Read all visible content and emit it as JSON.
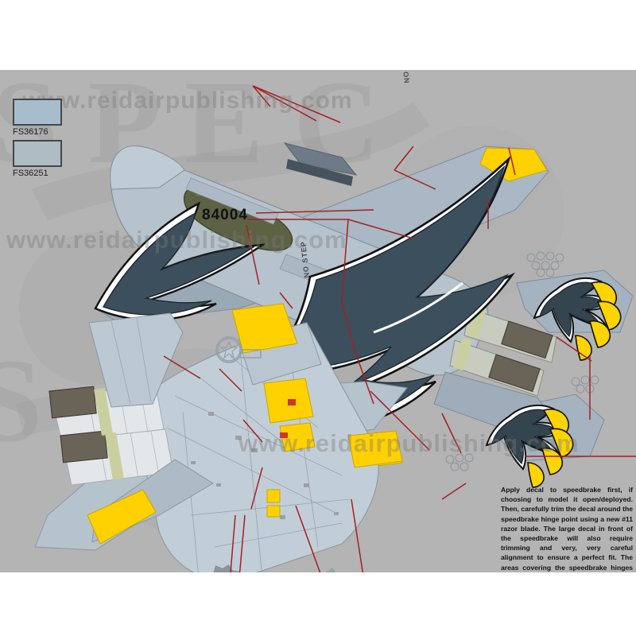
{
  "document": {
    "kind": "decal-instruction-sheet",
    "subject": "F-15 Eagle top and bottom plan views",
    "background_color": "#b4b4b4",
    "paper_color": "#ffffff"
  },
  "watermarks": [
    {
      "text": "www.reidairpublishing.com",
      "position": "top"
    },
    {
      "text": "www.reidairpublishing.com",
      "position": "middle"
    },
    {
      "text": "www.reidairpublishing.com",
      "position": "lower"
    }
  ],
  "color_swatches": [
    {
      "code": "FS36176",
      "hex": "#a8bdcb"
    },
    {
      "code": "FS36251",
      "hex": "#aebcc4"
    }
  ],
  "markings": {
    "serial_number": "84004",
    "no_step_labels": [
      "NO STEP",
      "NO STEP"
    ]
  },
  "palette": {
    "background": "#b4b4b4",
    "airframe_light": "#b9c6d0",
    "airframe_mid": "#a3b3c0",
    "airframe_shadow": "#8d9da9",
    "talon_dark": "#3c4f5c",
    "talon_outline": "#ffffff",
    "claw_yellow": "#ffd400",
    "wingtip_yellow": "#ffd100",
    "canopy_olive": "#5e6245",
    "pointer_red": "#a61f20",
    "nozzle_metal": "#b9b4a6",
    "nozzle_dark": "#6a6357",
    "stencil_gray": "#8e9499",
    "underside_white": "#e9edf0"
  },
  "instructions": {
    "body": "Apply decal to speedbrake first, if choosing to model it open/deployed.  Then, carefully trim the decal around the speedbrake hinge point using a new #11 razor blade.  The large decal in front of the speedbrake will also require trimming and very, very careful alignment to ensure a perfect fit.  The areas covering the speedbrake hinges are oversized to allow trimming to fit.  Again, use a new #11 blade.  This jet has minimal maintenance stencils.  Apply only those decals depicted at the diagrams.  These were derived from actual photos of the real aircraft while standing on and beneath it."
  }
}
